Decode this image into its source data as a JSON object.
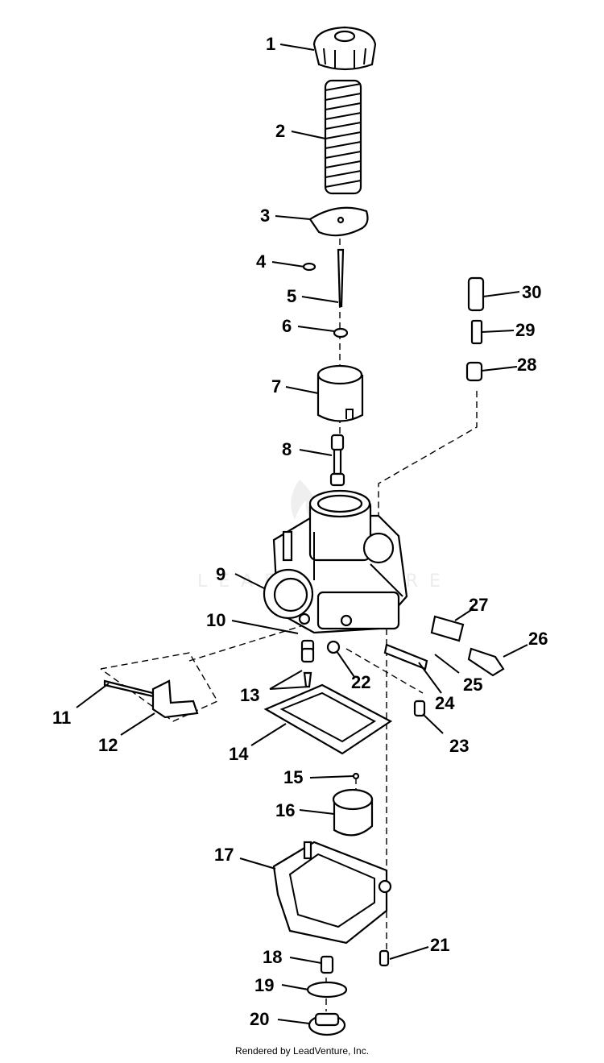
{
  "callouts": {
    "c1": "1",
    "c2": "2",
    "c3": "3",
    "c4": "4",
    "c5": "5",
    "c6": "6",
    "c7": "7",
    "c8": "8",
    "c9": "9",
    "c10": "10",
    "c11": "11",
    "c12": "12",
    "c13": "13",
    "c14": "14",
    "c15": "15",
    "c16": "16",
    "c17": "17",
    "c18": "18",
    "c19": "19",
    "c20": "20",
    "c21": "21",
    "c22": "22",
    "c23": "23",
    "c24": "24",
    "c25": "25",
    "c26": "26",
    "c27": "27",
    "c28": "28",
    "c29": "29",
    "c30": "30"
  },
  "watermark": "LEADVENTURE",
  "footer": "Rendered by LeadVenture, Inc.",
  "colors": {
    "line": "#000000",
    "background": "#ffffff",
    "watermark": "#ececec"
  }
}
